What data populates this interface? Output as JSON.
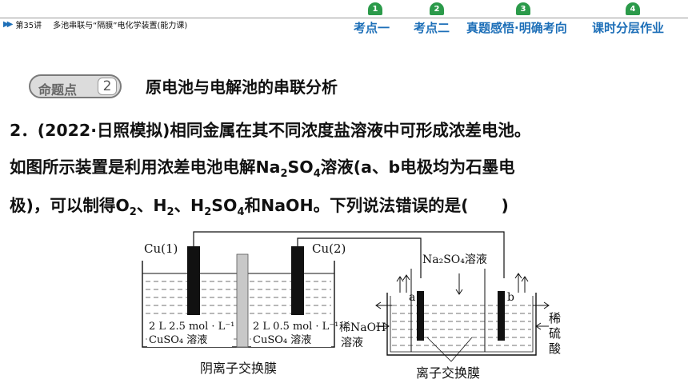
{
  "header": {
    "breadcrumb_lesson": "第35讲",
    "breadcrumb_title": "多池串联与“隔膜”电化学装置(能力课)",
    "nav": [
      {
        "num": "1",
        "label": "考点一"
      },
      {
        "num": "2",
        "label": "考点二"
      },
      {
        "num": "3",
        "label": "真题感悟·明确考向"
      },
      {
        "num": "4",
        "label": "课时分层作业"
      }
    ]
  },
  "section": {
    "tag_label": "命题点",
    "tag_number": "2",
    "title": "原电池与电解池的串联分析"
  },
  "question": {
    "line1": "2．(2022·日照模拟)相同金属在其不同浓度盐溶液中可形成浓差电池。",
    "line2_a": "如图所示装置是利用浓差电池电解Na",
    "line2_sub1": "2",
    "line2_b": "SO",
    "line2_sub2": "4",
    "line2_c": "溶液(a、b电极均为石墨电",
    "line3_a": "极)，可以制得O",
    "line3_sub1": "2",
    "line3_b": "、H",
    "line3_sub2": "2",
    "line3_c": "、H",
    "line3_sub3": "2",
    "line3_d": "SO",
    "line3_sub4": "4",
    "line3_e": "和NaOH。下列说法错误的是(　　)"
  },
  "diagram": {
    "cu1": "Cu(1)",
    "cu2": "Cu(2)",
    "left_sol_1": "2 L 2.5 mol · L⁻¹",
    "left_sol_2": "CuSO₄ 溶液",
    "mid_sol_1": "2 L 0.5 mol · L⁻¹",
    "mid_sol_2": "CuSO₄ 溶液",
    "membrane_left": "阴离子交换膜",
    "na2so4": "Na₂SO₄溶液",
    "naoh_1": "稀NaOH",
    "naoh_2": "溶液",
    "electrode_a": "a",
    "electrode_b": "b",
    "acid_1": "稀",
    "acid_2": "硫",
    "acid_3": "酸",
    "membrane_right": "离子交换膜"
  }
}
